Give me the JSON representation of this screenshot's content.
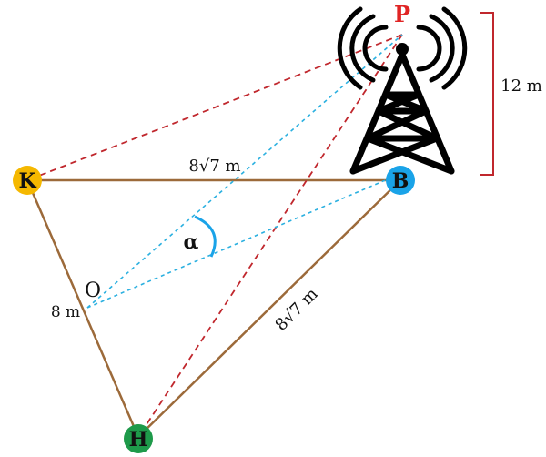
{
  "points": {
    "P": {
      "label": "P",
      "color": "#e02424"
    },
    "K": {
      "label": "K",
      "color": "#f5b800"
    },
    "B": {
      "label": "B",
      "color": "#1aa3e8"
    },
    "H": {
      "label": "H",
      "color": "#1e9a4a"
    },
    "O": {
      "label": "O"
    }
  },
  "measurements": {
    "KB": "8√7 m",
    "BH": "8√7 m",
    "KO": "8 m",
    "tower_height": "12 m"
  },
  "angle_label": "α",
  "colors": {
    "triangle_edge": "#9c6a3a",
    "red_dashed": "#c0272d",
    "blue_dashed": "#2bb0e0",
    "angle_arc": "#1aa3e8",
    "tower": "#000000",
    "height_bracket": "#c0272d"
  },
  "icons": {
    "tower": "radio-tower-icon"
  }
}
